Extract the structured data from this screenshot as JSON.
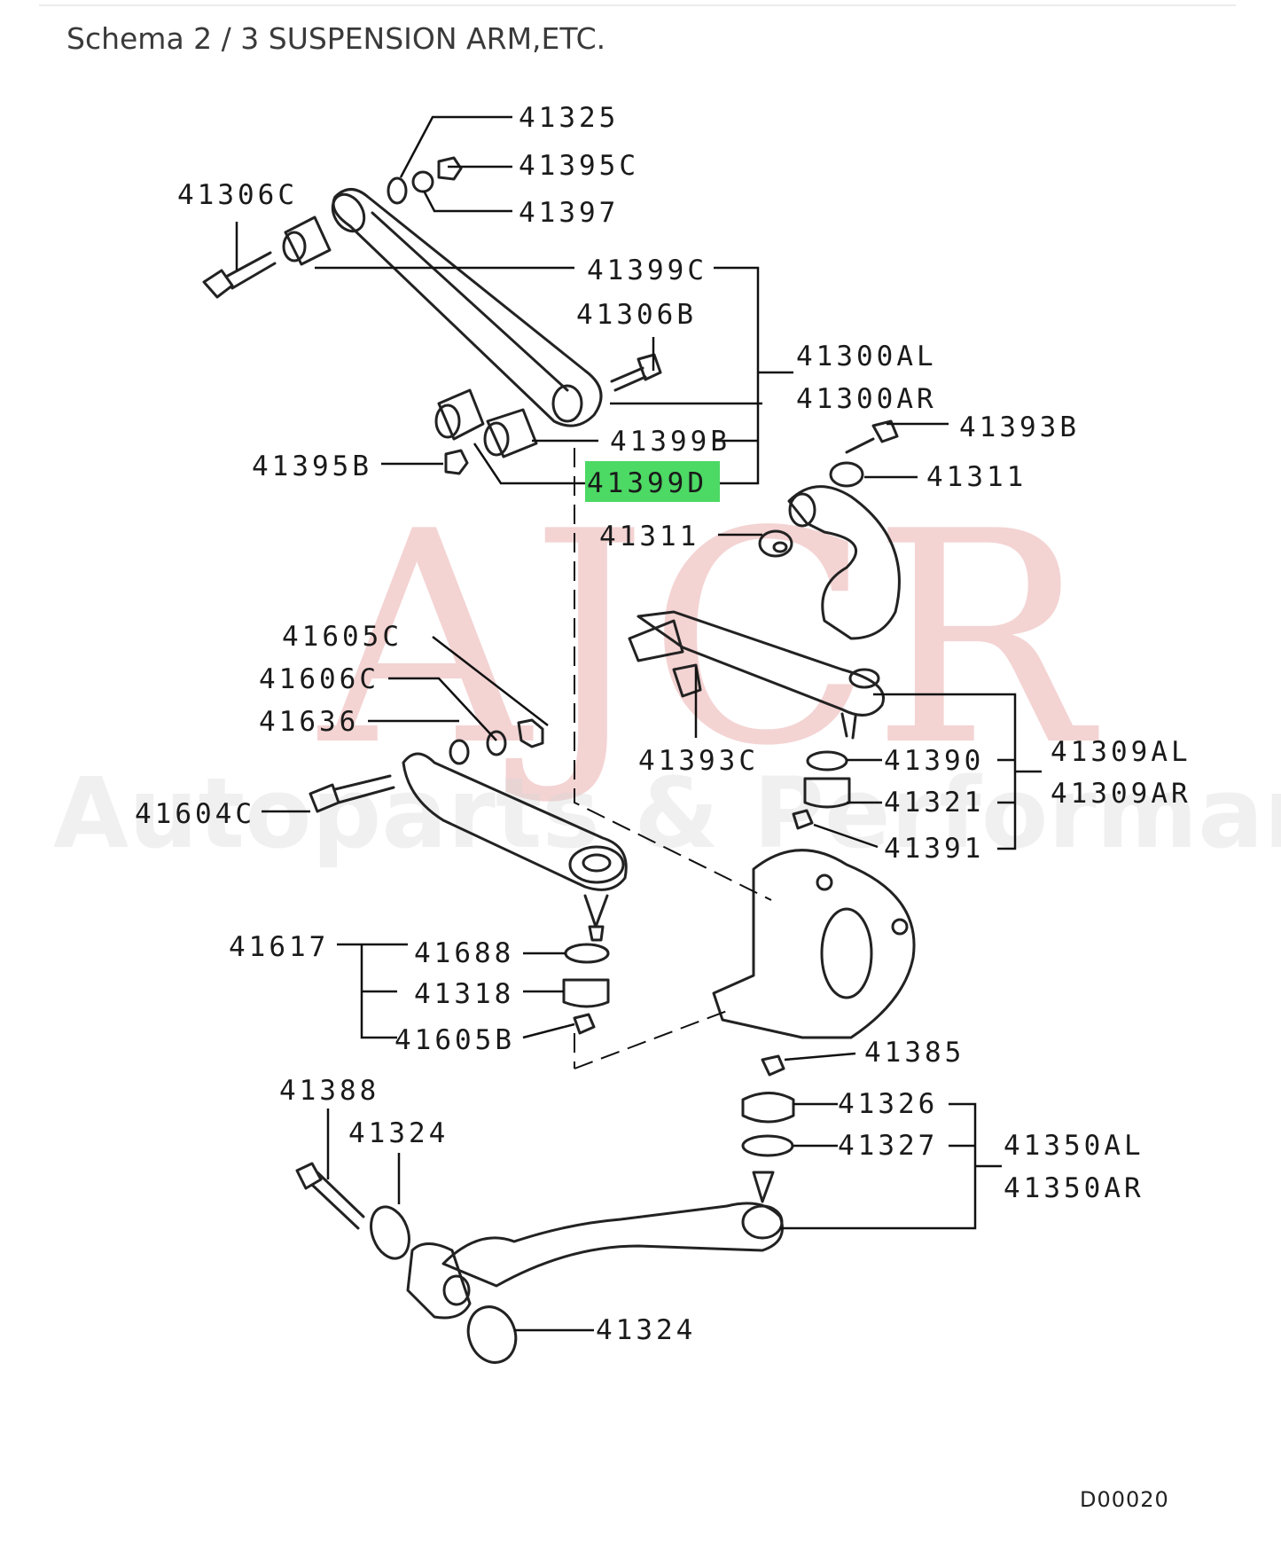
{
  "header": {
    "title": "Schema 2 / 3 SUSPENSION ARM,ETC."
  },
  "watermark": {
    "brand": "AJCR",
    "tagline": "Autoparts & Performance"
  },
  "diagram_code": "D00020",
  "highlight_color": "#4cd964",
  "parts": {
    "p41325": "41325",
    "p41395C": "41395C",
    "p41397": "41397",
    "p41306C": "41306C",
    "p41399C": "41399C",
    "p41306B": "41306B",
    "p41300AL": "41300AL",
    "p41300AR": "41300AR",
    "p41393B": "41393B",
    "p41399B": "41399B",
    "p41395B": "41395B",
    "p41399D": "41399D",
    "p41311a": "41311",
    "p41311b": "41311",
    "p41605C": "41605C",
    "p41606C": "41606C",
    "p41636": "41636",
    "p41393C": "41393C",
    "p41390": "41390",
    "p41309AL": "41309AL",
    "p41309AR": "41309AR",
    "p41321": "41321",
    "p41604C": "41604C",
    "p41391": "41391",
    "p41617": "41617",
    "p41688": "41688",
    "p41318": "41318",
    "p41605B": "41605B",
    "p41385": "41385",
    "p41388": "41388",
    "p41326": "41326",
    "p41324a": "41324",
    "p41327": "41327",
    "p41350AL": "41350AL",
    "p41350AR": "41350AR",
    "p41324b": "41324"
  }
}
